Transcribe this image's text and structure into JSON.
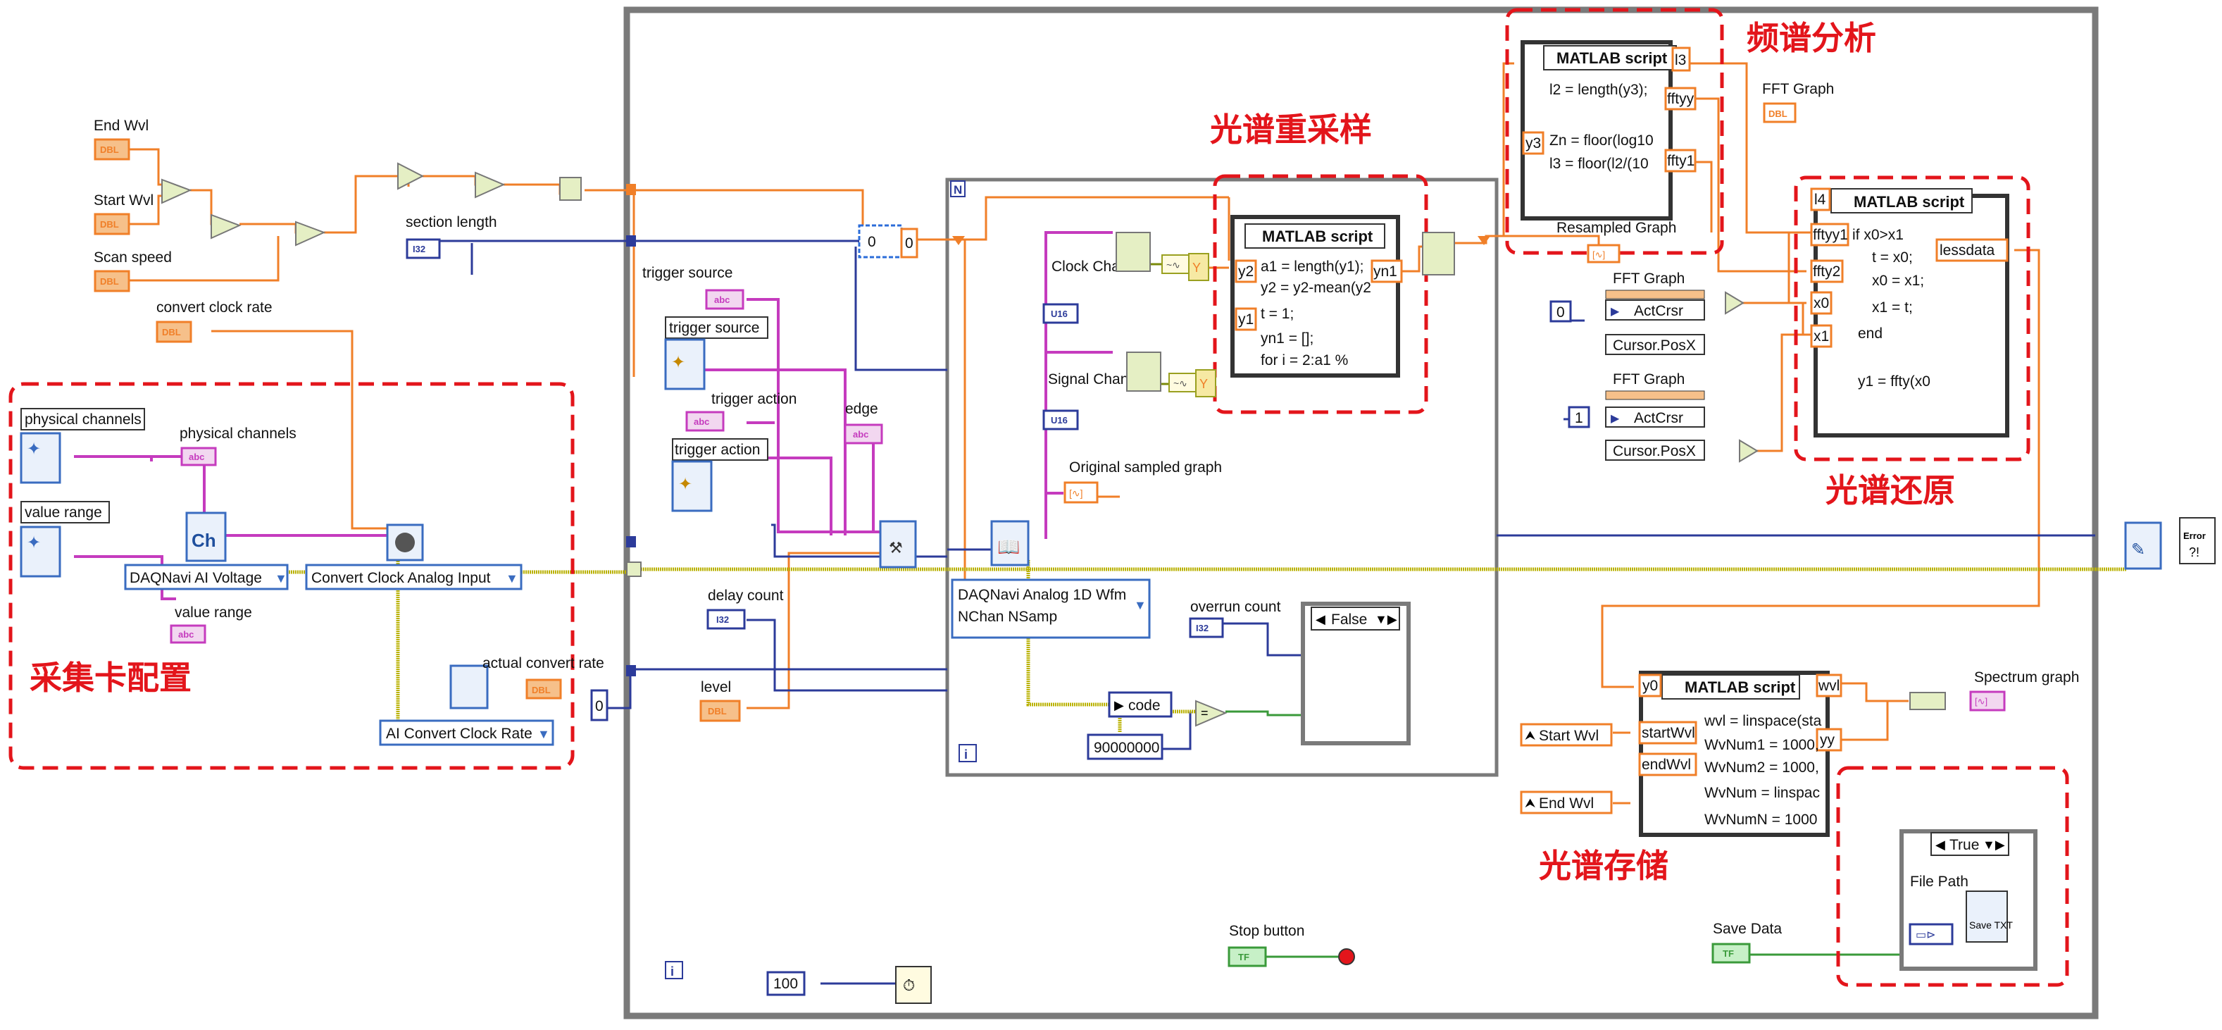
{
  "annotations": {
    "daq_config": "采集卡配置",
    "resample": "光谱重采样",
    "fft": "频谱分析",
    "restore": "光谱还原",
    "storage": "光谱存储"
  },
  "controls": {
    "end_wvl": "End Wvl",
    "start_wvl": "Start Wvl",
    "scan_speed": "Scan speed",
    "convert_clock_rate": "convert clock rate",
    "section_length": "section length",
    "physical_channels_ctl": "physical channels",
    "physical_channels_ind": "physical channels",
    "value_range_ctl": "value range",
    "value_range_ind": "value range",
    "ai_voltage_select": "DAQNavi AI Voltage",
    "convert_clock_select": "Convert Clock Analog Input",
    "actual_convert_rate": "actual convert rate",
    "ai_convert_clock_select": "AI Convert Clock Rate",
    "trigger_source_ind": "trigger source",
    "trigger_source_node": "trigger source",
    "trigger_action_ind": "trigger action",
    "trigger_action_node": "trigger action",
    "edge": "edge",
    "delay_count": "delay count",
    "level": "level",
    "constant_zero": "0",
    "clock_channel": "Clock Channel",
    "signal_channel": "Signal Channel",
    "original_graph": "Original sampled graph",
    "resampled_graph": "Resampled Graph",
    "analog_wfm_select_line1": "DAQNavi Analog 1D Wfm",
    "analog_wfm_select_line2": "NChan NSamp",
    "overrun_count": "overrun count",
    "case_false": "False",
    "code_label": "code",
    "code_const": "90000000",
    "stop_button": "Stop button",
    "loop_count_const": "100",
    "fft_graph_top": "FFT Graph",
    "fft_graph_1": "FFT Graph",
    "fft_graph_2": "FFT Graph",
    "act_crsr_1": "ActCrsr",
    "cursor_posx_1": "Cursor.PosX",
    "act_crsr_2": "ActCrsr",
    "cursor_posx_2": "Cursor.PosX",
    "const_0b": "0",
    "const_1": "1",
    "start_wvl_local": "Start Wvl",
    "end_wvl_local": "End Wvl",
    "spectrum_graph": "Spectrum graph",
    "save_data": "Save Data",
    "case_true": "True",
    "file_path": "File Path",
    "save_txt": "Save TXT",
    "loop_n": "N",
    "loop_i": "i"
  },
  "matlab": {
    "resample": {
      "title": "MATLAB script",
      "in1": "y2",
      "in2": "y1",
      "out": "yn1",
      "lines": [
        "a1 = length(y1);",
        "y2 = y2-mean(y2",
        "t = 1;",
        "yn1 = [];",
        "for i = 2:a1   %"
      ]
    },
    "fft": {
      "title": "MATLAB script",
      "in": "y3",
      "out1": "l3",
      "out2": "fftyy",
      "out3": "ffty1",
      "lines": [
        "l2 = length(y3);",
        "Zn = floor(log10",
        "l3 = floor(l2/(10"
      ]
    },
    "restore": {
      "title": "MATLAB script",
      "in1": "l4",
      "in2": "fftyy1",
      "in3": "ffty2",
      "in4": "x0",
      "in5": "x1",
      "out": "lessdata",
      "lines": [
        "if x0>x1",
        "t = x0;",
        "x0 = x1;",
        "x1 = t;",
        "end",
        "y1 = ffty(x0"
      ]
    },
    "store": {
      "title": "MATLAB script",
      "in1": "y0",
      "in2": "startWvl",
      "in3": "endWvl",
      "out1": "wvl",
      "out2": "yy",
      "lines": [
        "wvl = linspace(sta",
        "WvNum1 = 1000,",
        "WvNum2 = 1000,",
        "WvNum = linspac",
        "WvNumN = 1000"
      ]
    }
  },
  "type_tags": {
    "dbl": "DBL",
    "i32": "I32",
    "u16": "U16",
    "abc": "abc",
    "tf": "TF"
  },
  "icons": [
    "daqnavi-config-icon",
    "daqnavi-read-icon",
    "daqnavi-clear-icon",
    "error-handler-icon",
    "wait-ms-icon",
    "stop-terminal-icon",
    "save-txt-icon"
  ],
  "colors": {
    "double_wire": "#f07f28",
    "integer_wire": "#2c3b9a",
    "string_wire": "#c53bbe",
    "error_wire": "#b9b100",
    "boolean_wire": "#3a9a3a",
    "annotation_red": "#e3151b"
  }
}
